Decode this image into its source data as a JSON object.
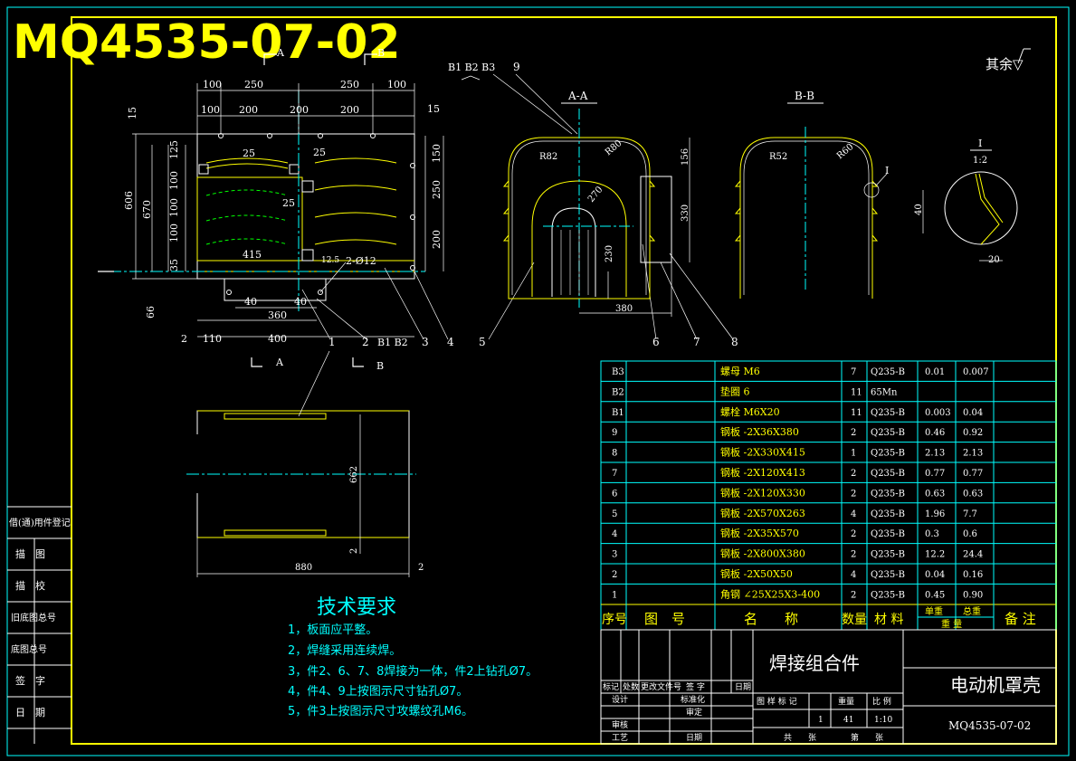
{
  "colors": {
    "frame": "#ffff00",
    "cyan": "#00ffff",
    "white": "#ffffff",
    "green": "#00ff00",
    "background": "#000000"
  },
  "drawing_number_big": "MQ4535-07-02",
  "surface_note": "其余▽",
  "views": {
    "section_a": "A",
    "section_b": "B",
    "aa_title": "A-A",
    "bb_title": "B-B",
    "detail_title": "I",
    "detail_scale": "1:2",
    "detail_ref": "I"
  },
  "balloons": {
    "b123": "B1 B2 B3",
    "n9": "9",
    "n1": "1",
    "n2": "2",
    "b1b2": "B1 B2",
    "n3": "3",
    "n4": "4",
    "n5": "5",
    "n6": "6",
    "n7": "7",
    "n8": "8"
  },
  "dims": {
    "top100a": "100",
    "top250a": "250",
    "top250b": "250",
    "top100b": "100",
    "r2_100": "100",
    "r2_200a": "200",
    "r2_200b": "200",
    "r2_200c": "200",
    "d15a": "15",
    "d15b": "15",
    "d125": "125",
    "d25a": "25",
    "d25b": "25",
    "d25c": "25",
    "d100a": "100",
    "d100b": "100",
    "d100c": "100",
    "d606": "606",
    "d670": "670",
    "d35": "35",
    "d415": "415",
    "d12_5": "12.5",
    "d2phi12": "2-Ø12",
    "r150": "150",
    "r250": "250",
    "r200": "200",
    "d40a": "40",
    "d40b": "40",
    "d360": "360",
    "d2a": "2",
    "d110": "110",
    "d400": "400",
    "d66": "66",
    "aa_r82": "R82",
    "aa_r80": "R80",
    "aa_r270": "270",
    "aa_156": "156",
    "aa_330": "330",
    "aa_230": "230",
    "aa_380": "380",
    "bb_r52": "R52",
    "bb_r60": "R60",
    "det_40": "40",
    "det_20": "20",
    "plate_662": "662",
    "plate_2a": "2",
    "plate_880": "880",
    "plate_2b": "2"
  },
  "tech": {
    "title": "技术要求",
    "items": [
      "1，板面应平整。",
      "2，焊缝采用连续焊。",
      "3，件2、6、7、8焊接为一体，件2上钻孔Ø7。",
      "4，件4、9上按图示尺寸钻孔Ø7。",
      "5，件3上按图示尺寸攻螺纹孔M6。"
    ]
  },
  "left_strip": [
    "借(通)用件登记",
    "描　图",
    "描　校",
    "旧底图总号",
    "底图总号",
    "签　字",
    "日　期"
  ],
  "bom": {
    "rows": [
      {
        "no": "B3",
        "code": "",
        "name": "螺母 M6",
        "qty": "7",
        "mat": "Q235-B",
        "unit": "0.01",
        "total": "0.007",
        "note": ""
      },
      {
        "no": "B2",
        "code": "",
        "name": "垫圈 6",
        "qty": "11",
        "mat": "65Mn",
        "unit": "",
        "total": "",
        "note": ""
      },
      {
        "no": "B1",
        "code": "",
        "name": "螺栓 M6X20",
        "qty": "11",
        "mat": "Q235-B",
        "unit": "0.003",
        "total": "0.04",
        "note": ""
      },
      {
        "no": "9",
        "code": "",
        "name": "钢板 -2X36X380",
        "qty": "2",
        "mat": "Q235-B",
        "unit": "0.46",
        "total": "0.92",
        "note": ""
      },
      {
        "no": "8",
        "code": "",
        "name": "钢板 -2X330X415",
        "qty": "1",
        "mat": "Q235-B",
        "unit": "2.13",
        "total": "2.13",
        "note": ""
      },
      {
        "no": "7",
        "code": "",
        "name": "钢板 -2X120X413",
        "qty": "2",
        "mat": "Q235-B",
        "unit": "0.77",
        "total": "0.77",
        "note": ""
      },
      {
        "no": "6",
        "code": "",
        "name": "钢板 -2X120X330",
        "qty": "2",
        "mat": "Q235-B",
        "unit": "0.63",
        "total": "0.63",
        "note": ""
      },
      {
        "no": "5",
        "code": "",
        "name": "钢板 -2X570X263",
        "qty": "4",
        "mat": "Q235-B",
        "unit": "1.96",
        "total": "7.7",
        "note": ""
      },
      {
        "no": "4",
        "code": "",
        "name": "钢板 -2X35X570",
        "qty": "2",
        "mat": "Q235-B",
        "unit": "0.3",
        "total": "0.6",
        "note": ""
      },
      {
        "no": "3",
        "code": "",
        "name": "钢板 -2X800X380",
        "qty": "2",
        "mat": "Q235-B",
        "unit": "12.2",
        "total": "24.4",
        "note": ""
      },
      {
        "no": "2",
        "code": "",
        "name": "钢板 -2X50X50",
        "qty": "4",
        "mat": "Q235-B",
        "unit": "0.04",
        "total": "0.16",
        "note": ""
      },
      {
        "no": "1",
        "code": "",
        "name": "角钢 ∠25X25X3-400",
        "qty": "2",
        "mat": "Q235-B",
        "unit": "0.45",
        "total": "0.90",
        "note": ""
      }
    ],
    "header": {
      "no": "序号",
      "code": "图　号",
      "name": "名　　称",
      "qty": "数量",
      "mat": "材 料",
      "unit": "单重",
      "total": "总重",
      "weight": "重 量",
      "note": "备 注"
    }
  },
  "title_block": {
    "assembly": "焊接组合件",
    "product": "电动机罩壳",
    "drawing_no": "MQ4535-07-02",
    "rev_labels": [
      "标记",
      "处数",
      "更改文件号",
      "签 字",
      "日期"
    ],
    "design": "设计",
    "standard": "标准化",
    "review": "审核",
    "approve": "审定",
    "process": "工艺",
    "date": "日期",
    "stage_label": "图 样 标 记",
    "weight_label": "重量",
    "scale_label": "比 例",
    "count": "1",
    "weight": "41",
    "scale": "1:10",
    "sheets_total": "共　　张",
    "sheet_no": "第　　张"
  }
}
